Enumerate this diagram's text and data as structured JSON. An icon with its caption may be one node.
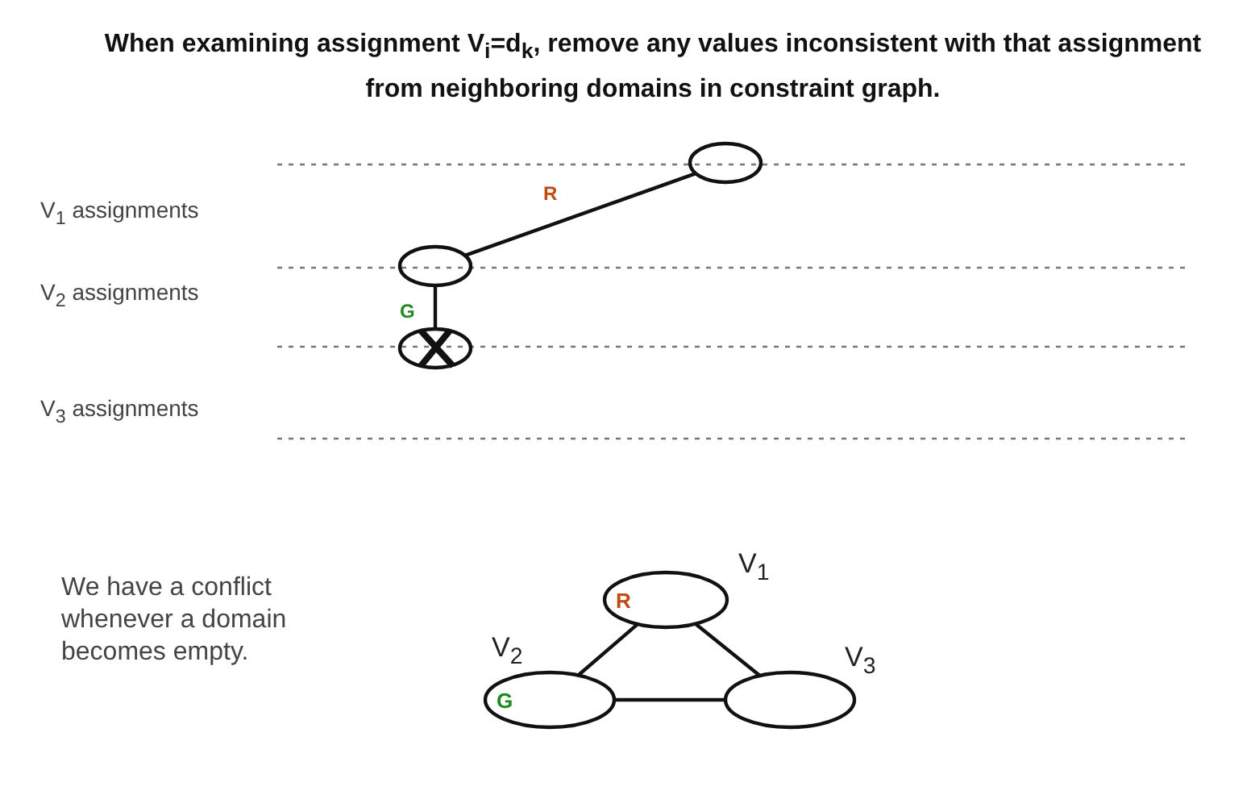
{
  "diagram": {
    "title": "When examining assignment V$_{i}$=d$_{k}$, remove any values inconsistent with that assignment from neighboring domains in constraint graph.",
    "nodes": [
      {
        "text": [],
        "shape": "ellipse"
      },
      {
        "text": [],
        "shape": "ellipse"
      },
      {
        "text": [],
        "shape": "ellipse"
      },
      {
        "text": [
          "R"
        ],
        "beside": [
          "V$_{1}$"
        ]
      },
      {
        "text": [
          "G"
        ],
        "beside": [
          "V$_{2}$"
        ]
      },
      {
        "text": [],
        "shape": "ellipse",
        "beside": [
          "V$_{3}$"
        ]
      }
    ],
    "edges": [
      {
        "from": 1,
        "to": 0,
        "arrow": "none",
        "label": "R"
      },
      {
        "from": 1,
        "to": 2,
        "arrow": "none",
        "label": "G"
      },
      {
        "from": 3,
        "to": 4,
        "arrow": "none"
      },
      {
        "from": 3,
        "to": 5,
        "arrow": "none"
      },
      {
        "from": 4,
        "to": 5,
        "arrow": "none"
      }
    ],
    "labels": [
      "V$_{1}$ assignments",
      "V$_{2}$ assignments",
      "V$_{3}$ assignments",
      "We have a conflict whenever a domain becomes empty."
    ]
  }
}
